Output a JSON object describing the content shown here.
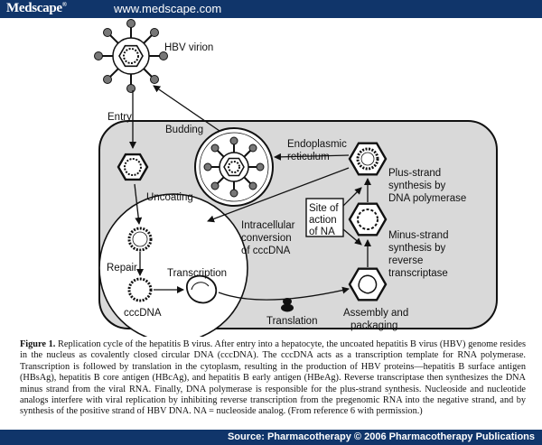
{
  "header": {
    "brand": "Medscape",
    "brand_mark": "®",
    "url": "www.medscape.com"
  },
  "diagram": {
    "labels": {
      "hbv_virion": "HBV virion",
      "entry": "Entry",
      "budding": "Budding",
      "er_line1": "Endoplasmic",
      "er_line2": "reticulum",
      "uncoating": "Uncoating",
      "plus_line1": "Plus-strand",
      "plus_line2": "synthesis by",
      "plus_line3": "DNA polymerase",
      "na_line1": "Site of",
      "na_line2": "action",
      "na_line3": "of NA",
      "conv_line1": "Intracellular",
      "conv_line2": "conversion",
      "conv_line3": "of cccDNA",
      "minus_line1": "Minus-strand",
      "minus_line2": "synthesis by",
      "minus_line3": "reverse",
      "minus_line4": "transcriptase",
      "repair": "Repair",
      "transcription": "Transcription",
      "cccdna": "cccDNA",
      "translation": "Translation",
      "assembly_line1": "Assembly and",
      "assembly_line2": "packaging"
    }
  },
  "caption": {
    "label": "Figure 1.",
    "text": "Replication cycle of the hepatitis B virus. After entry into a hepatocyte, the uncoated hepatitis B virus (HBV) genome resides in the nucleus as covalently closed circular DNA (cccDNA). The cccDNA acts as a transcription template for RNA polymerase. Transcription is followed by translation in the cytoplasm, resulting in the production of HBV proteins—hepatitis B surface antigen (HBsAg), hepatitis B core antigen (HBcAg), and hepatitis B early antigen (HBeAg). Reverse transcriptase then synthesizes the DNA minus strand from the viral RNA. Finally, DNA polymerase is responsible for the plus-strand synthesis. Nucleoside and nucleotide analogs interfere with viral replication by inhibiting reverse transcription from the pregenomic RNA into the negative strand, and by synthesis of the positive strand of HBV DNA. NA = nucleoside analog. (From reference 6 with permission.)"
  },
  "footer": {
    "source": "Source: Pharmacotherapy © 2006 Pharmacotherapy Publications"
  },
  "colors": {
    "bar": "#10356a",
    "cell_fill": "#d9d9d9",
    "ink": "#111111"
  }
}
